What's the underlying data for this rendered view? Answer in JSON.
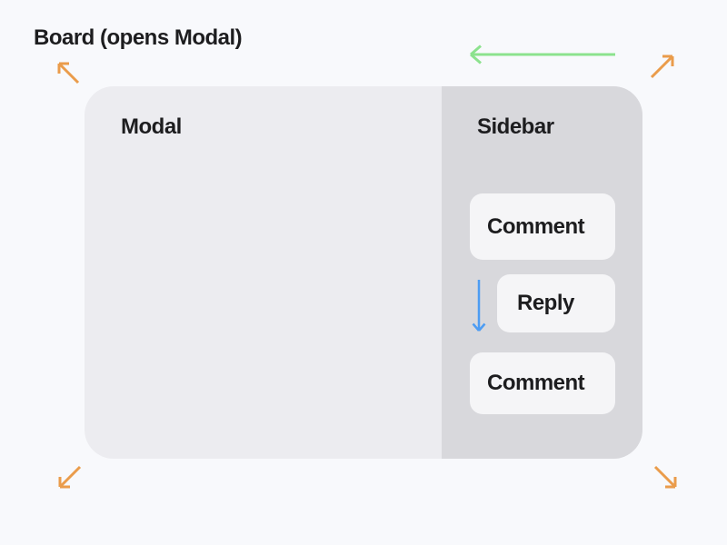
{
  "board": {
    "title": "Board (opens Modal)"
  },
  "modal": {
    "label": "Modal"
  },
  "sidebar": {
    "label": "Sidebar",
    "cards": [
      {
        "label": "Comment"
      },
      {
        "label": "Reply"
      },
      {
        "label": "Comment"
      }
    ]
  },
  "colors": {
    "page_bg": "#F8F9FC",
    "modal_bg": "#ECECF0",
    "sidebar_bg": "#D8D8DC",
    "card_bg": "#F5F5F7",
    "text": "#1D1D1F",
    "arrow_orange": "#EA9C4B",
    "arrow_green": "#8CE28E",
    "arrow_blue": "#4D9CF3"
  }
}
